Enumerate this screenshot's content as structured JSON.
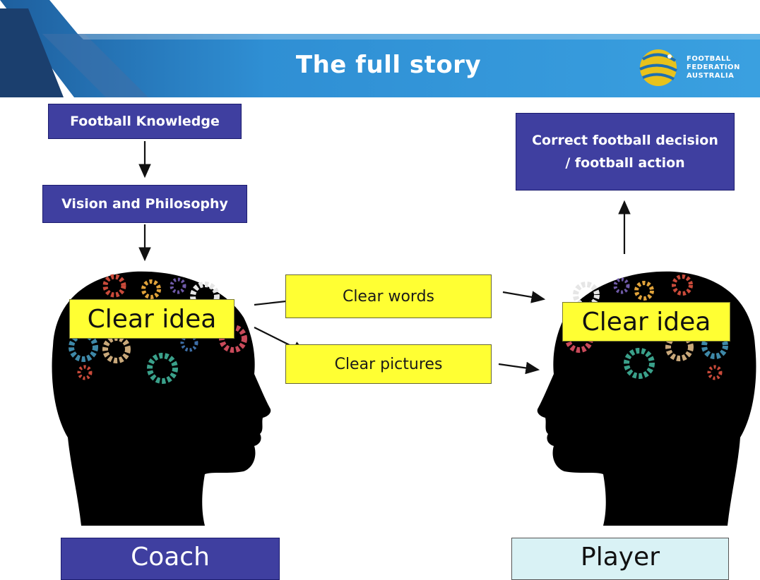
{
  "slide": {
    "title": "The full story",
    "logo": {
      "line1": "FOOTBALL",
      "line2": "FEDERATION",
      "line3": "AUSTRALIA"
    }
  },
  "coach": {
    "knowledge": "Football Knowledge",
    "vision": "Vision and Philosophy",
    "idea": "Clear idea",
    "label": "Coach"
  },
  "channels": {
    "words": "Clear words",
    "pictures": "Clear pictures"
  },
  "player": {
    "outcome_line1": "Correct football decision",
    "outcome_line2": "/ football action",
    "idea": "Clear idea",
    "label": "Player"
  },
  "colors": {
    "banner": "#2f8fd4",
    "navy_box": "#3f3fa0",
    "yellow_box": "#ffff33",
    "player_label": "#d9f2f5",
    "head": "#000000"
  },
  "icons": {
    "logo": "ffa-logo-icon",
    "gears": "gear-icon"
  }
}
